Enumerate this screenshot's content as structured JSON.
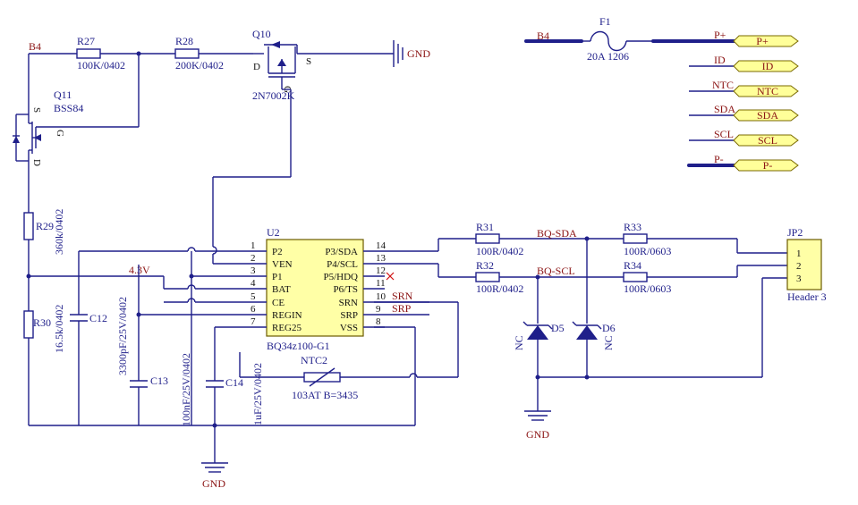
{
  "nets": {
    "b4_left": "B4",
    "b4_right": "B4",
    "gnd_top": "GND",
    "gnd_bottom_left": "GND",
    "gnd_bottom_mid": "GND",
    "v43": "4.3V",
    "bq_sda": "BQ-SDA",
    "bq_scl": "BQ-SCL",
    "srn": "SRN",
    "srp": "SRP",
    "p_plus": "P+",
    "id": "ID",
    "ntc": "NTC",
    "sda": "SDA",
    "scl": "SCL",
    "p_minus": "P-"
  },
  "ports": [
    "P+",
    "ID",
    "NTC",
    "SDA",
    "SCL",
    "P-"
  ],
  "components": {
    "r27": {
      "ref": "R27",
      "value": "100K/0402"
    },
    "r28": {
      "ref": "R28",
      "value": "200K/0402"
    },
    "r29": {
      "ref": "R29",
      "value": "360k/0402"
    },
    "r30": {
      "ref": "R30",
      "value": "16.5k/0402"
    },
    "r31": {
      "ref": "R31",
      "value": "100R/0402"
    },
    "r32": {
      "ref": "R32",
      "value": "100R/0402"
    },
    "r33": {
      "ref": "R33",
      "value": "100R/0603"
    },
    "r34": {
      "ref": "R34",
      "value": "100R/0603"
    },
    "c12": {
      "ref": "C12"
    },
    "c13": {
      "ref": "C13",
      "value": "3300pF/25V/0402"
    },
    "c14": {
      "ref": "C14",
      "value": "1uF/25V/0402"
    },
    "c_vr": {
      "value": "100nF/25V/0402"
    },
    "q10": {
      "ref": "Q10",
      "value": "2N7002K",
      "pin_d": "D",
      "pin_s": "S",
      "pin_g": "G"
    },
    "q11": {
      "ref": "Q11",
      "value": "BSS84",
      "pin_s": "S",
      "pin_g": "G",
      "pin_d": "D"
    },
    "f1": {
      "ref": "F1",
      "value": "20A 1206"
    },
    "ntc2": {
      "ref": "NTC2",
      "value": "103AT B=3435"
    },
    "d5": {
      "ref": "D5",
      "value": "NC"
    },
    "d6": {
      "ref": "D6",
      "value": "NC"
    },
    "jp2": {
      "ref": "JP2",
      "value": "Header 3",
      "pins": [
        "1",
        "2",
        "3"
      ]
    },
    "u2": {
      "ref": "U2",
      "value": "BQ34z100-G1",
      "left_pins": [
        {
          "num": "1",
          "name": "P2"
        },
        {
          "num": "2",
          "name": "VEN"
        },
        {
          "num": "3",
          "name": "P1"
        },
        {
          "num": "4",
          "name": "BAT"
        },
        {
          "num": "5",
          "name": "CE"
        },
        {
          "num": "6",
          "name": "REGIN"
        },
        {
          "num": "7",
          "name": "REG25"
        }
      ],
      "right_pins": [
        {
          "num": "14",
          "name": "P3/SDA"
        },
        {
          "num": "13",
          "name": "P4/SCL"
        },
        {
          "num": "12",
          "name": "P5/HDQ"
        },
        {
          "num": "11",
          "name": "P6/TS"
        },
        {
          "num": "10",
          "name": "SRN"
        },
        {
          "num": "9",
          "name": "SRP"
        },
        {
          "num": "8",
          "name": "VSS"
        }
      ]
    }
  },
  "colors": {
    "wire": "#1f1f8a",
    "net_label": "#8b1414",
    "ic_fill": "#ffffa6",
    "port_fill": "#ffff99"
  }
}
